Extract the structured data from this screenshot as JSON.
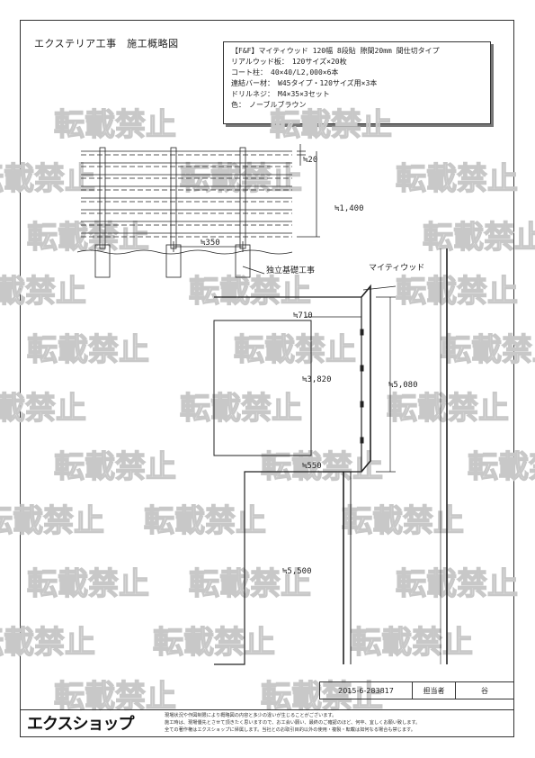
{
  "title": "エクステリア工事　施工概略図",
  "spec": {
    "lines": [
      "【F&F】マイティウッド 120幅 8段貼 隙間20mm 間仕切タイプ",
      "リアルウッド板：　120サイズ×20枚",
      "コート柱：　40×40/L2,000×6本",
      "連結バー材：　W45タイプ・120サイズ用×3本",
      "ドリルネジ：　M4×35×3セット",
      "色：　ノーブルブラウン"
    ]
  },
  "elevation": {
    "dim_gap": "≒20",
    "dim_height": "≒1,400",
    "dim_spacing": "≒350",
    "foundation_label": "独立基礎工事"
  },
  "plan": {
    "product_label": "マイティウッド",
    "dim_top": "≒710",
    "dim_left": "≒3,820",
    "dim_right": "≒5,080",
    "dim_step": "≒550",
    "dim_bottom": "≒5,500"
  },
  "watermark": "転載禁止",
  "title_block": {
    "doc_number": "2015-6-283817",
    "person_label": "担当者",
    "person_name": "谷"
  },
  "footer": {
    "logo": "エクスショップ",
    "notice_lines": [
      "現場状況や作図制限により概略図の内容と多少の違いが生じることがございます。",
      "施工時は、現場優先とさせて頂きたく思いますので、お工会い願い、最終のご確認のほど、何卒、宜しくお願い致します。",
      "全ての著作権はエクスショップに帰属します。当社とのお取引目的以外の使用・複製・転載は如何なる場合も禁じます。"
    ]
  }
}
